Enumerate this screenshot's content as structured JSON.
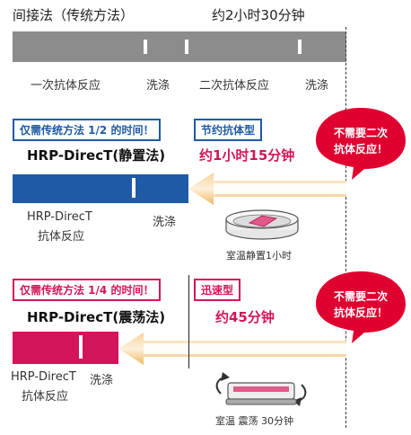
{
  "header": {
    "left_title": "间接法（传统方法）",
    "right_title": "约2小时30分钟"
  },
  "timeline_labels": {
    "primary_antibody": "一次抗体反应",
    "wash1": "洗涤",
    "secondary_antibody": "二次抗体反应",
    "wash2": "洗涤"
  },
  "static_method": {
    "note": "仅需传统方法 1/2 的时间！",
    "tag": "节约抗体型",
    "title": "HRP-DirecT(静置法)",
    "time": "约1小时15分钟",
    "bar_label_line1": "HRP-DirecT",
    "bar_label_line2": "抗体反应",
    "wash": "洗涤",
    "device_caption": "室温静置1小时",
    "bubble_line1": "不需要二次",
    "bubble_line2": "抗体反应！"
  },
  "shake_method": {
    "note": "仅需传统方法 1/4 的时间！",
    "tag": "迅速型",
    "title": "HRP-DirecT(震荡法)",
    "time": "约45分钟",
    "bar_label_line1": "HRP-DirecT",
    "bar_label_line2": "抗体反应",
    "wash": "洗涤",
    "device_caption": "室温 震荡 30分钟",
    "bubble_line1": "不需要二次",
    "bubble_line2": "抗体反应！"
  },
  "colors": {
    "blue": "#1f5aa6",
    "red": "#d4145a",
    "gray": "#8c8c8c",
    "arrow_orange": "#f0b860"
  },
  "icons": {
    "static_device": "petri-dish-with-membrane-icon",
    "shake_device": "shaking-tray-icon"
  }
}
